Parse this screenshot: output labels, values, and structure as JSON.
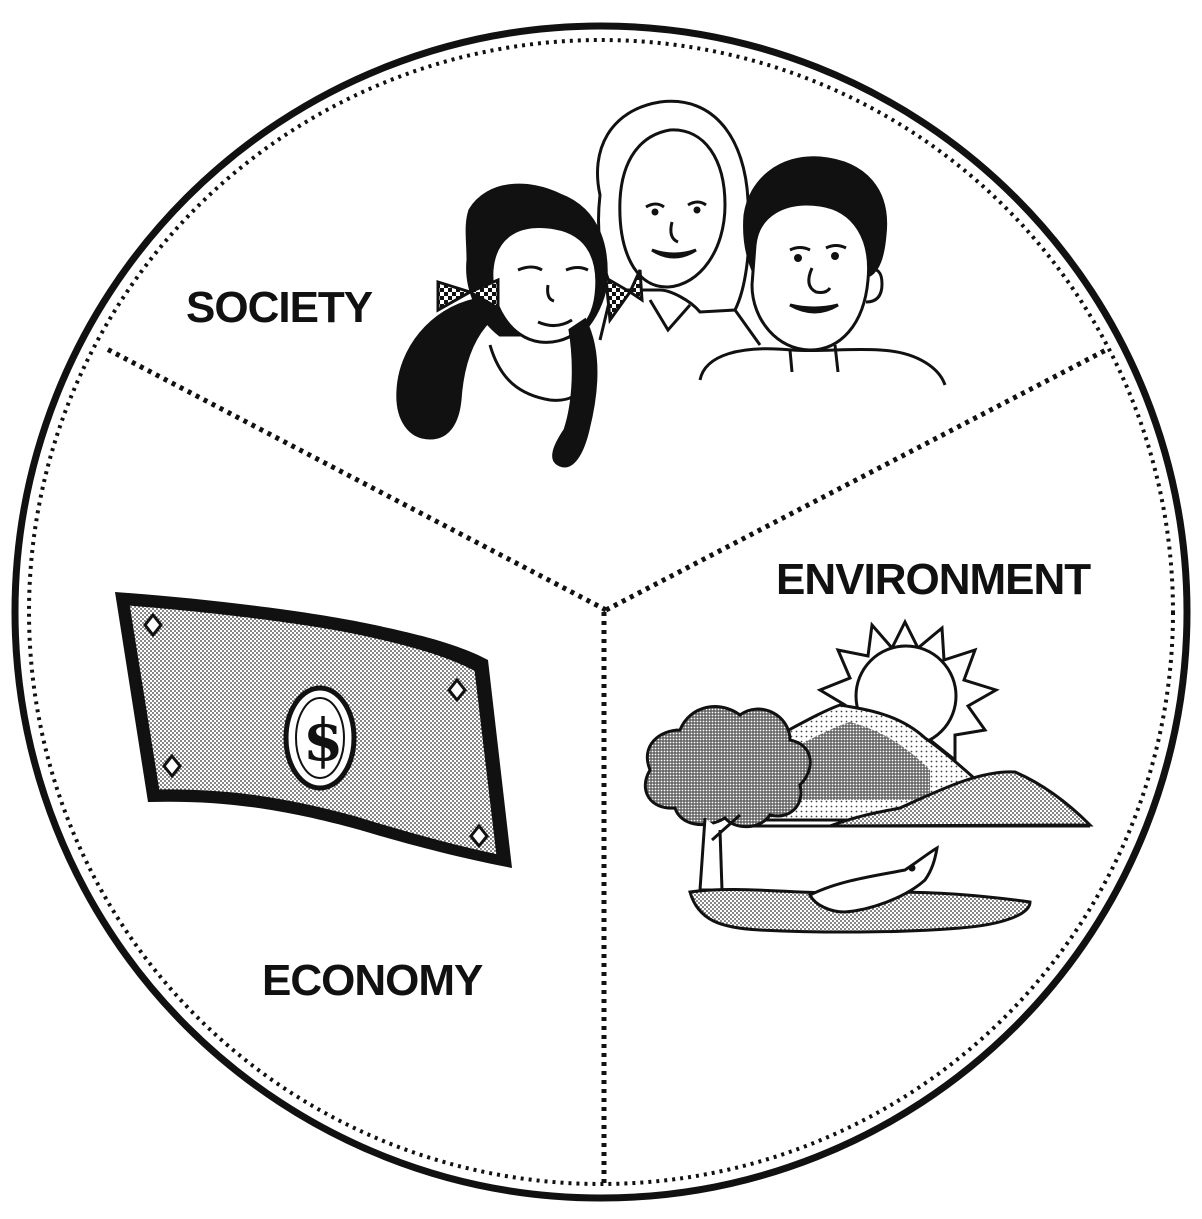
{
  "diagram": {
    "segments": [
      {
        "id": "society",
        "label": "SOCIETY"
      },
      {
        "id": "environment",
        "label": "ENVIRONMENT"
      },
      {
        "id": "economy",
        "label": "ECONOMY"
      }
    ],
    "economy_symbol": "$",
    "colors": {
      "ink": "#111111",
      "paper": "#ffffff",
      "stipple": "#555555"
    },
    "icons": {
      "society": "people-icon",
      "economy": "dollar-bill-icon",
      "environment": "landscape-icon"
    }
  }
}
